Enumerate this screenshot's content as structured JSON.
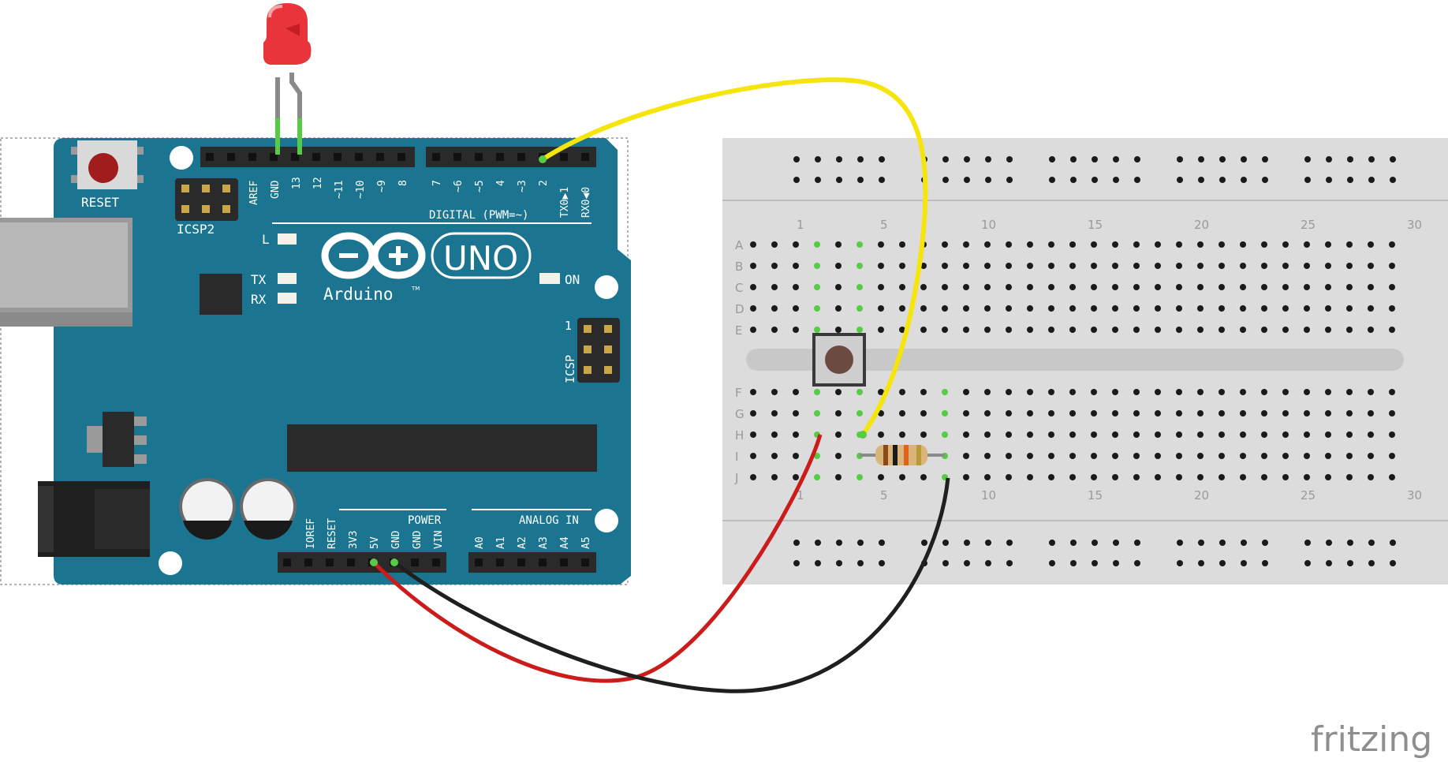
{
  "board": {
    "reset_label": "RESET",
    "icsp2_label": "ICSP2",
    "icsp_label": "ICSP",
    "icsp_pin1": "1",
    "led_l_label": "L",
    "tx_label": "TX",
    "rx_label": "RX",
    "on_label": "ON",
    "brand_label": "Arduino",
    "tm_label": "TM",
    "model_label": "UNO",
    "digital_label": "DIGITAL (PWM=~)",
    "power_label": "POWER",
    "analog_label": "ANALOG IN",
    "top_left_pins": [
      "AREF",
      "GND",
      "13",
      "12",
      "~11",
      "~10",
      "~9",
      "8"
    ],
    "top_right_pins": [
      "7",
      "~6",
      "~5",
      "4",
      "~3",
      "2",
      "TX0▶1",
      "RX0◀0"
    ],
    "power_pins": [
      "IOREF",
      "RESET",
      "3V3",
      "5V",
      "GND",
      "GND",
      "VIN"
    ],
    "analog_pins": [
      "A0",
      "A1",
      "A2",
      "A3",
      "A4",
      "A5"
    ]
  },
  "breadboard": {
    "row_letters_top": [
      "A",
      "B",
      "C",
      "D",
      "E"
    ],
    "row_letters_bottom": [
      "F",
      "G",
      "H",
      "I",
      "J"
    ],
    "column_numbers": [
      "1",
      "5",
      "10",
      "15",
      "20",
      "25",
      "30"
    ]
  },
  "wire_colors": {
    "yellow": "#f5e50a",
    "red": "#cc1b1b",
    "black": "#1f1f1f",
    "board": "#1c7590",
    "connected_hole": "#55cc44"
  },
  "watermark": "fritzing"
}
